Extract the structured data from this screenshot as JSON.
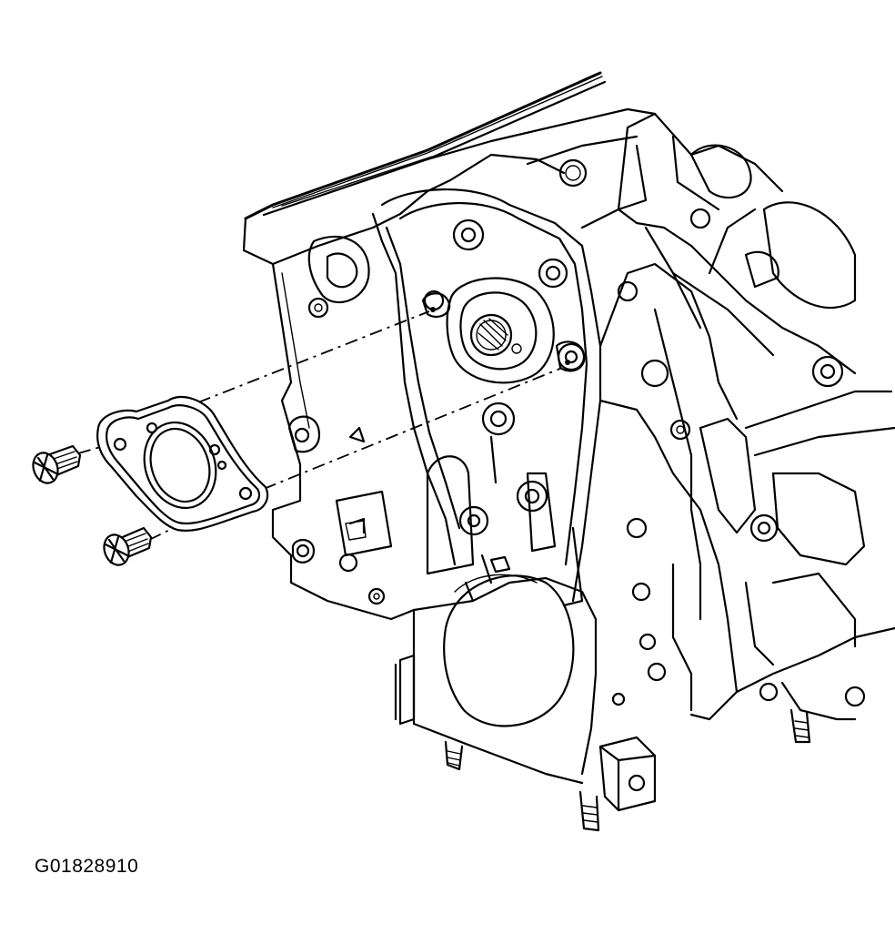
{
  "figure": {
    "id_label": "G01828910",
    "colors": {
      "line": "#000000",
      "background": "#ffffff"
    },
    "parts": [
      "engine-block",
      "oil-pump-cover-plate",
      "mounting-bolt",
      "mounting-bolt"
    ]
  }
}
